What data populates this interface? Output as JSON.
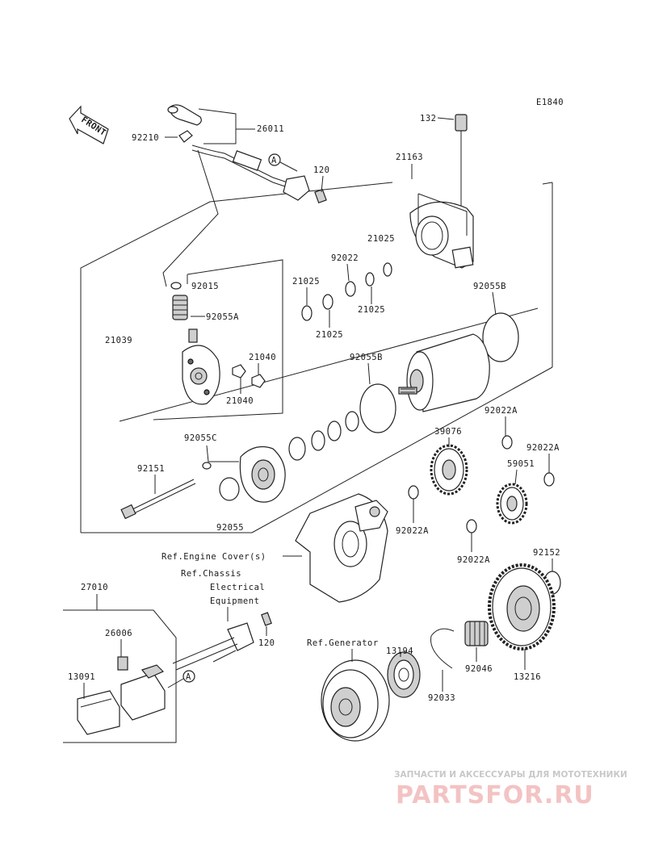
{
  "diagram": {
    "code": "E1840",
    "front_label": "FRONT",
    "connector_label": "A",
    "labels": {
      "p26011": "26011",
      "p92210": "92210",
      "p120a": "120",
      "p132": "132",
      "p21163": "21163",
      "p21025a": "21025",
      "p92022a": "92022",
      "p21025b": "21025",
      "p21025c": "21025",
      "p21025d": "21025",
      "p92015": "92015",
      "p92055a": "92055A",
      "p21039": "21039",
      "p21040a": "21040",
      "p21040b": "21040",
      "p92055b1": "92055B",
      "p92055b2": "92055B",
      "p92055c": "92055C",
      "p92151": "92151",
      "p92055": "92055",
      "p39076": "39076",
      "p92022aa": "92022A",
      "p92022ab": "92022A",
      "p59051": "59051",
      "p92022ac": "92022A",
      "p92022ad": "92022A",
      "p92152": "92152",
      "p27010": "27010",
      "p26006": "26006",
      "p13091": "13091",
      "p120b": "120",
      "p13194": "13194",
      "p92046": "92046",
      "p13216": "13216",
      "p92033": "92033"
    },
    "refs": {
      "engine_cover": "Ref.Engine Cover(s)",
      "chassis_1": "Ref.Chassis",
      "chassis_2": "Electrical",
      "chassis_3": "Equipment",
      "generator": "Ref.Generator"
    }
  },
  "watermark": {
    "subtitle": "ЗАПЧАСТИ И АКСЕССУАРЫ ДЛЯ МОТОТЕХНИКИ",
    "brand": "PARTSFOR.RU"
  },
  "colors": {
    "line": "#222222",
    "watermark_red": "#f3c3c3",
    "watermark_gray": "#c8c8c8"
  }
}
